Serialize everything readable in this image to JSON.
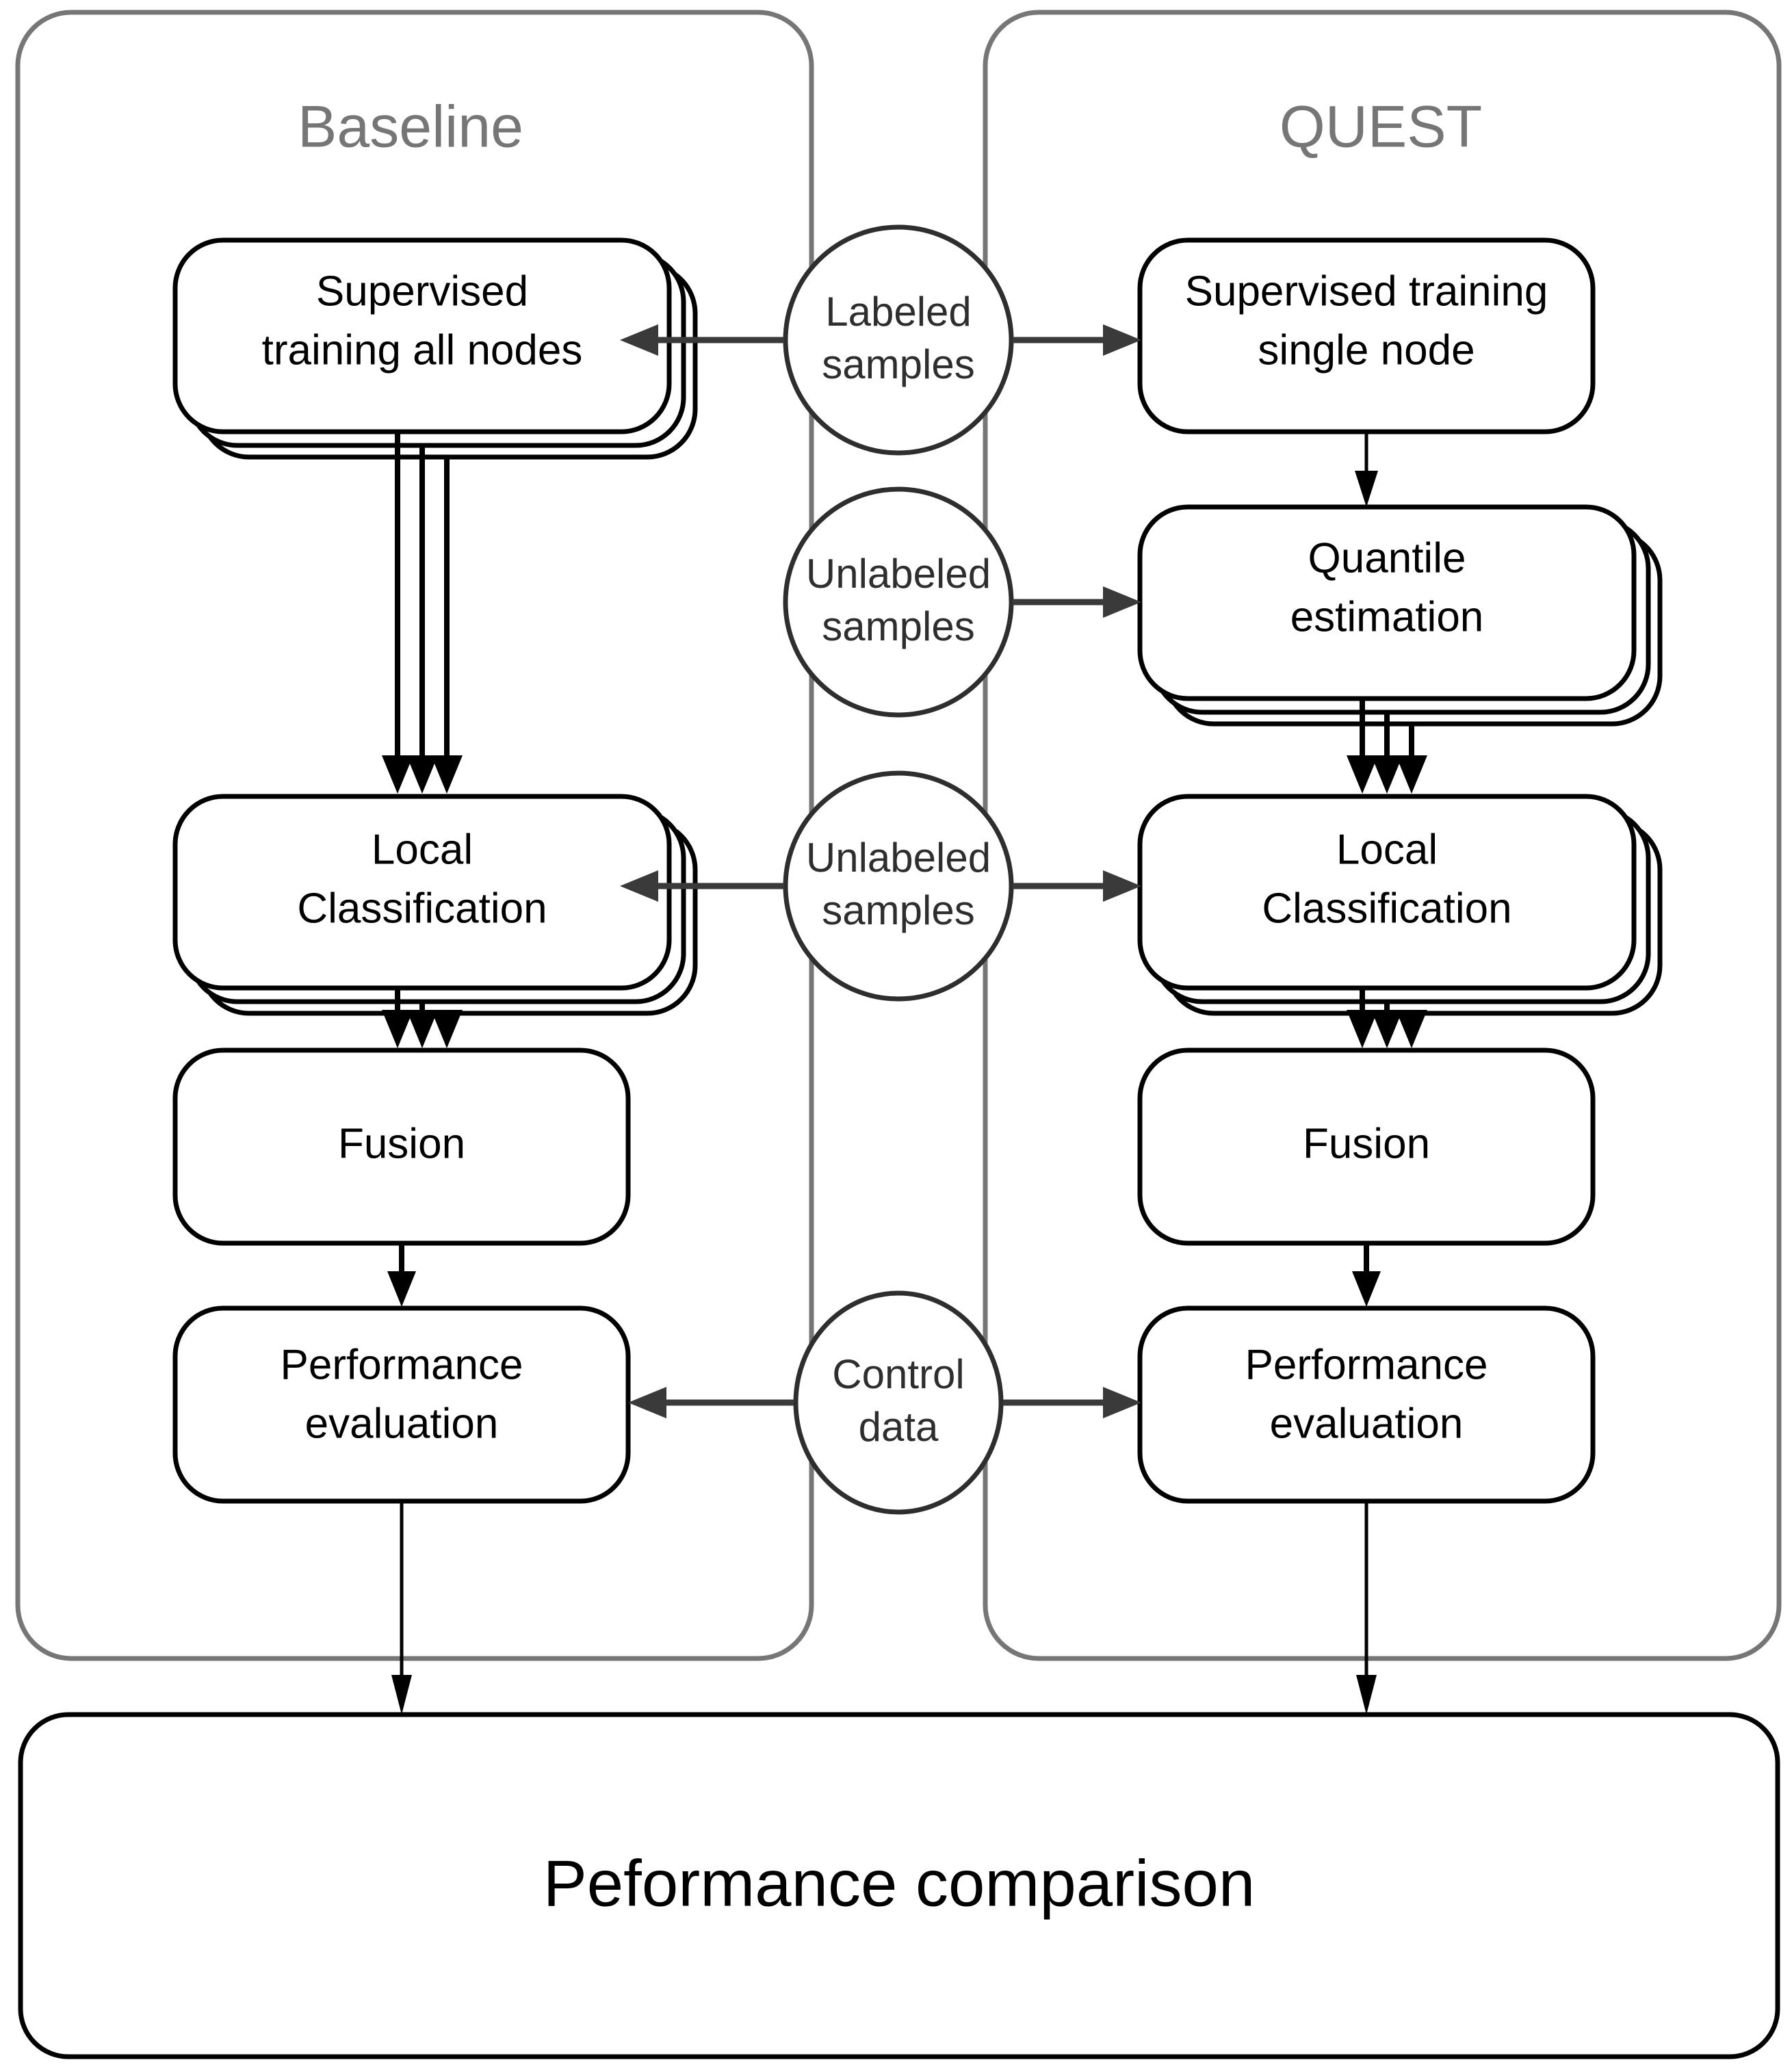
{
  "panels": [
    {
      "id": "baseline",
      "title": "Baseline"
    },
    {
      "id": "quest",
      "title": "QUEST"
    }
  ],
  "baseline_nodes": [
    {
      "id": "sup-train-all",
      "label_line1": "Supervised",
      "label_line2": "training all nodes",
      "stacked": true
    },
    {
      "id": "local-class-baseline",
      "label_line1": "Local",
      "label_line2": "Classification",
      "stacked": true
    },
    {
      "id": "fusion-baseline",
      "label_line1": "Fusion",
      "label_line2": "",
      "stacked": false
    },
    {
      "id": "perf-eval-baseline",
      "label_line1": "Performance",
      "label_line2": "evaluation",
      "stacked": false
    }
  ],
  "quest_nodes": [
    {
      "id": "sup-train-single",
      "label_line1": "Supervised training",
      "label_line2": "single node",
      "stacked": false
    },
    {
      "id": "quantile-estimation",
      "label_line1": "Quantile",
      "label_line2": "estimation",
      "stacked": true
    },
    {
      "id": "local-class-quest",
      "label_line1": "Local",
      "label_line2": "Classification",
      "stacked": true
    },
    {
      "id": "fusion-quest",
      "label_line1": "Fusion",
      "label_line2": "",
      "stacked": false
    },
    {
      "id": "perf-eval-quest",
      "label_line1": "Performance",
      "label_line2": "evaluation",
      "stacked": false
    }
  ],
  "data_sources": [
    {
      "id": "labeled-samples",
      "label_line1": "Labeled",
      "label_line2": "samples"
    },
    {
      "id": "unlabeled-samples-top",
      "label_line1": "Unlabeled",
      "label_line2": "samples"
    },
    {
      "id": "unlabeled-samples-mid",
      "label_line1": "Unlabeled",
      "label_line2": "samples"
    },
    {
      "id": "control-data",
      "label_line1": "Control",
      "label_line2": "data"
    }
  ],
  "summary": {
    "label": "Peformance comparison"
  },
  "colors": {
    "panel_stroke": "#767676",
    "panel_title": "#767676",
    "node_stroke": "#000000",
    "node_text": "#000000",
    "data_stroke": "#2e2e2e",
    "arrow_gray": "#3a3a3a",
    "background": "#ffffff"
  }
}
